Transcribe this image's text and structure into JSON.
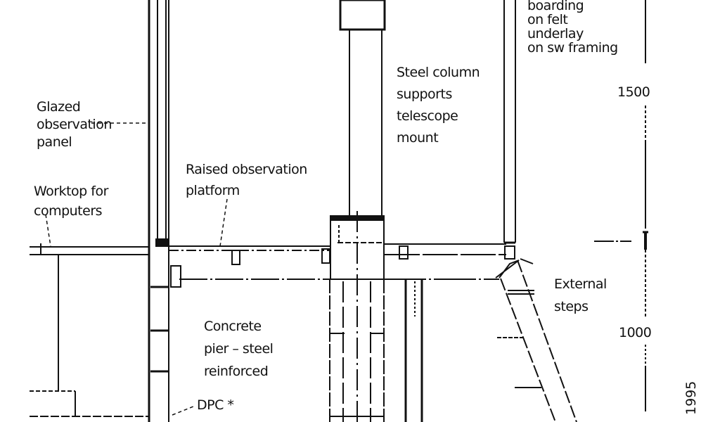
{
  "labels": {
    "boarding": "boarding\non felt\nunderlay\non sw framing",
    "steel_column": "Steel column\nsupports\ntelescope\nmount",
    "glazed_panel": "Glazed\nobservation\npanel",
    "raised_platform": "Raised observation\nplatform",
    "worktop": "Worktop for\ncomputers",
    "external_steps": "External\nsteps",
    "concrete_pier": "Concrete\npier – steel\nreinforced",
    "dpc": "DPC *"
  },
  "dimensions": {
    "upper": "1500",
    "lower": "1000"
  },
  "year": "1995",
  "colors": {
    "ink": "#111111",
    "paper": "#ffffff"
  }
}
